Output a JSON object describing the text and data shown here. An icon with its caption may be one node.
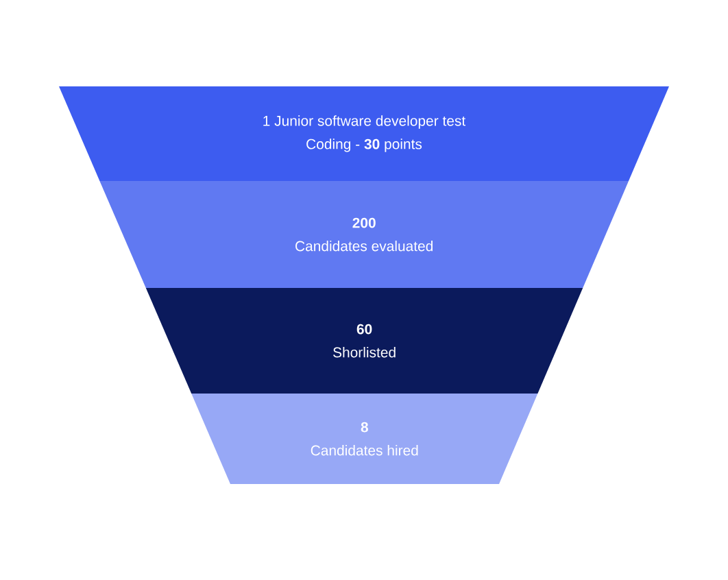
{
  "diagram": {
    "nodes": [
      {
        "text": [
          "1 Junior software developer test",
          "Coding - **30** points"
        ]
      },
      {
        "text": [
          "200",
          "Candidates evaluated"
        ]
      },
      {
        "text": [
          "60",
          "Shorlisted"
        ]
      },
      {
        "text": [
          "8",
          "Candidates hired"
        ]
      }
    ]
  }
}
